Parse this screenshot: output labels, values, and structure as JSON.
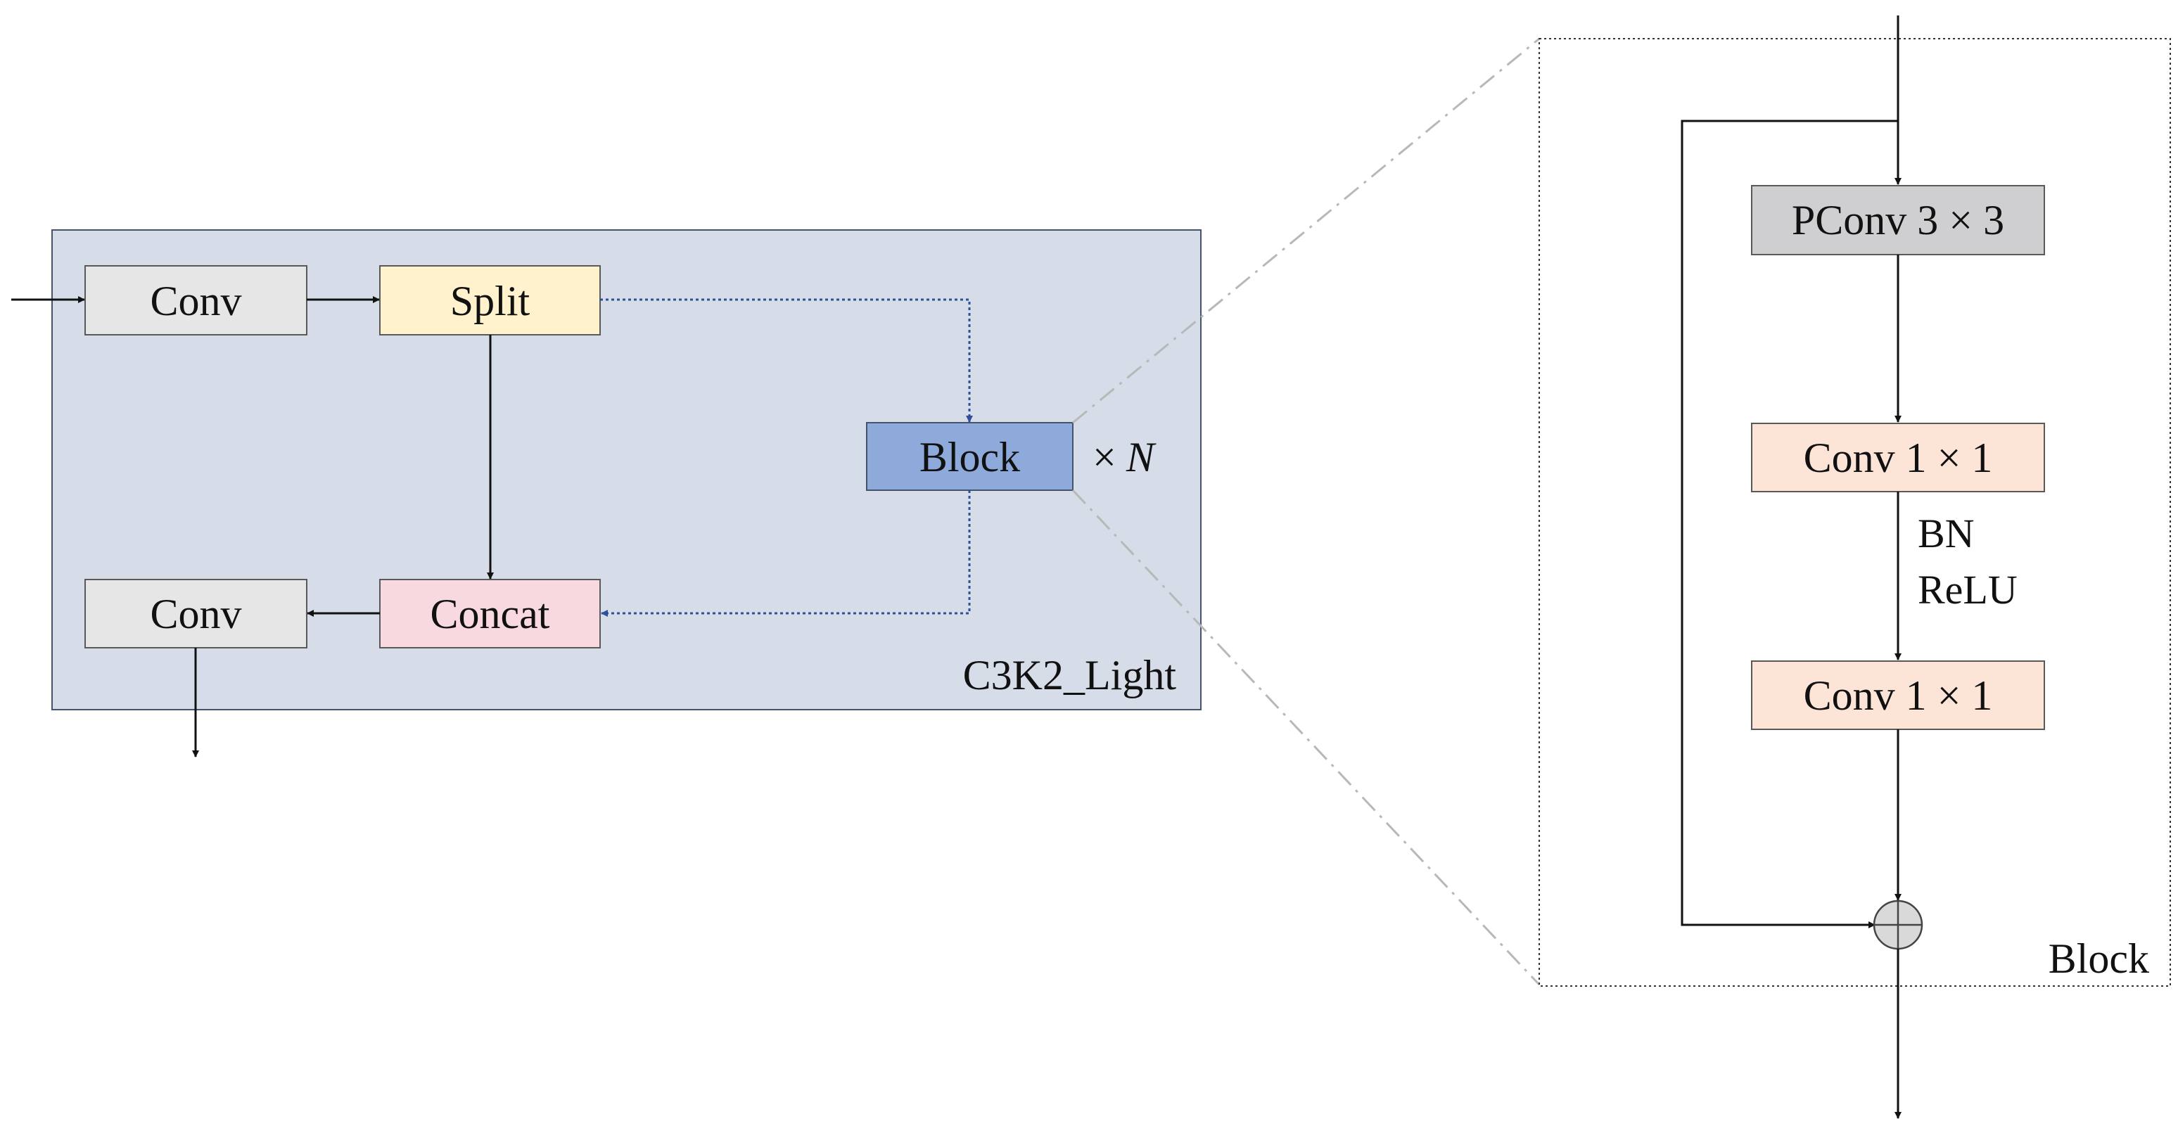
{
  "left_panel": {
    "title": "C3K2_Light",
    "nodes": {
      "conv_in": "Conv",
      "split": "Split",
      "block": "Block",
      "concat": "Concat",
      "conv_out": "Conv"
    },
    "repeat_prefix": "×",
    "repeat_var": "N"
  },
  "right_panel": {
    "title": "Block",
    "nodes": {
      "pconv": "PConv 3 × 3",
      "conv1": "Conv 1 × 1",
      "conv2": "Conv 1 × 1"
    },
    "annot_bn": "BN",
    "annot_relu": "ReLU"
  },
  "colors": {
    "panel_bg": "#d6dde8",
    "panel_border": "#44546a",
    "conv": "#e6e6e6",
    "split": "#fff2cc",
    "block": "#8eaadb",
    "concat": "#f8d9e0",
    "pconv": "#cfcfd1",
    "conv1x1": "#fce4d6",
    "dotted_flow": "#2f4f9a",
    "zoom_line": "#b8b8b8"
  }
}
